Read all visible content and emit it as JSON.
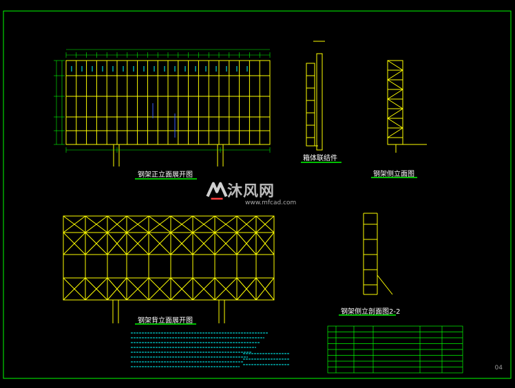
{
  "colors": {
    "frame": "#00ff00",
    "steel": "#ffff00",
    "dim": "#00ff00",
    "text": "#ffffff",
    "annot": "#00ffff",
    "blue": "#3a5cff",
    "bg": "#000000"
  },
  "titles": {
    "front": "钢架正立面展开图",
    "joint": "箱体联结件",
    "side": "钢架侧立面图",
    "back": "钢架背立面展开图",
    "section": "钢架侧立剖面图2-2"
  },
  "watermark": {
    "brand": "沐风网",
    "url": "www.mfcad.com",
    "logo_icon": "mf-logo-icon"
  },
  "page_number": "04"
}
